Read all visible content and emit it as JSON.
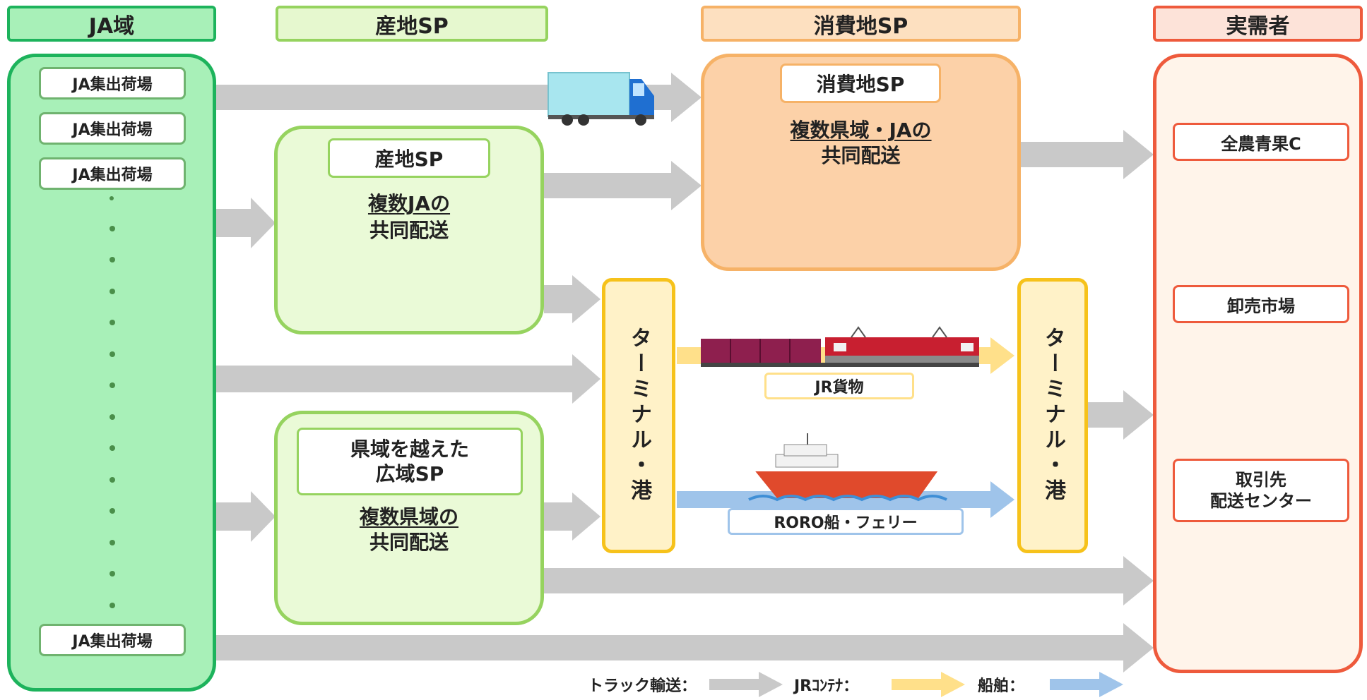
{
  "headers": {
    "ja": "JA域",
    "sanchi": "産地SP",
    "shohi": "消費地SP",
    "jitsujusha": "実需者"
  },
  "ja_area": {
    "station_label": "JA集出荷場"
  },
  "sanchi_sp": {
    "title": "産地SP",
    "subtitle_line1": "複数JAの",
    "subtitle_line2": "共同配送"
  },
  "kouiki_sp": {
    "title_line1": "県域を越えた",
    "title_line2": "広域SP",
    "subtitle_line1": "複数県域の",
    "subtitle_line2": "共同配送"
  },
  "shohi_sp": {
    "title": "消費地SP",
    "subtitle_line1": "複数県域・JAの",
    "subtitle_line2": "共同配送"
  },
  "terminal_label": "ターミナル・港",
  "modes": {
    "rail": "JR貨物",
    "ship": "RORO船・フェリー"
  },
  "consumers": {
    "zennoh": "全農青果C",
    "oroshiuri": "卸売市場",
    "torihikisaki_line1": "取引先",
    "torihikisaki_line2": "配送センター"
  },
  "legend": {
    "truck": "トラック輸送：",
    "jr": "JRｺﾝﾃﾅ：",
    "ship": "船舶："
  },
  "colors": {
    "truck_arrow": "#c9c9c9",
    "jr_arrow": "#ffe08a",
    "ship_arrow": "#9fc4ea",
    "ja_green": "#1db35c",
    "sanchi_green": "#96d35f",
    "shohi_orange": "#f6b267",
    "consumer_red": "#ee5a3c",
    "terminal_yellow": "#f6c21b"
  }
}
